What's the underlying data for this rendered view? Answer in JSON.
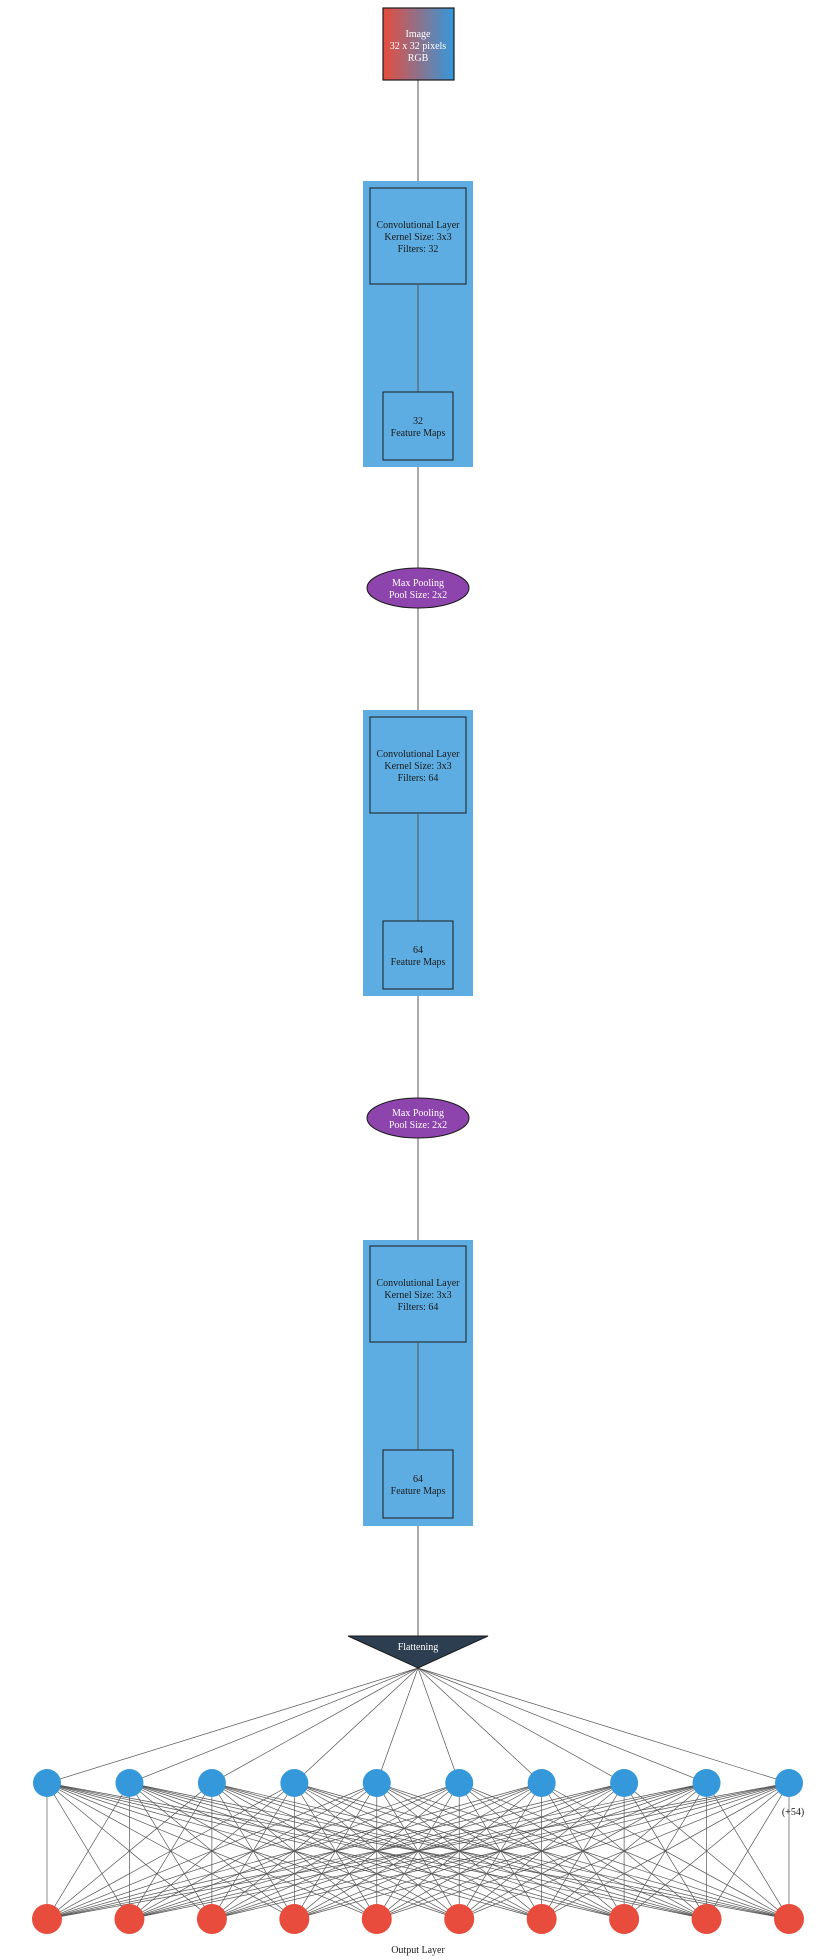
{
  "input": {
    "line1": "Image",
    "line2": "32 x 32 pixels",
    "line3": "RGB",
    "gradient_colors": [
      "#e74c3c",
      "#3498db"
    ]
  },
  "conv_blocks": [
    {
      "layer": [
        "Convolutional Layer",
        "Kernel Size: 3x3",
        "Filters: 32"
      ],
      "maps": [
        "32",
        "Feature Maps"
      ]
    },
    {
      "layer": [
        "Convolutional Layer",
        "Kernel Size: 3x3",
        "Filters: 64"
      ],
      "maps": [
        "64",
        "Feature Maps"
      ]
    },
    {
      "layer": [
        "Convolutional Layer",
        "Kernel Size: 3x3",
        "Filters: 64"
      ],
      "maps": [
        "64",
        "Feature Maps"
      ]
    }
  ],
  "pooling": [
    {
      "line1": "Max Pooling",
      "line2": "Pool Size: 2x2"
    },
    {
      "line1": "Max Pooling",
      "line2": "Pool Size: 2x2"
    }
  ],
  "flatten": {
    "label": "Flattening"
  },
  "dense": {
    "visible_nodes": 10,
    "more_label": "(+54)"
  },
  "output": {
    "visible_nodes": 10,
    "label": "Output Layer"
  },
  "colors": {
    "cluster": "#5dade2",
    "pooling": "#8e44ad",
    "flatten": "#2c3e50",
    "dense_node": "#3498db",
    "output_node": "#e74c3c",
    "edge": "#555555"
  }
}
